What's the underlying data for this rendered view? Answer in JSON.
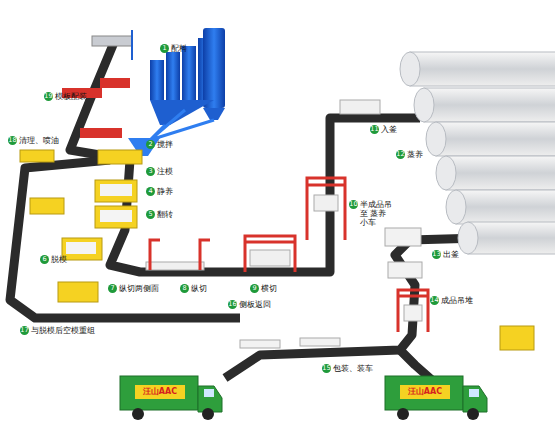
{
  "diagram": {
    "nodes": [
      {
        "text": [
          "1",
          "配料"
        ]
      },
      {
        "text": [
          "2",
          "搅拌"
        ]
      },
      {
        "text": [
          "3",
          "注模"
        ]
      },
      {
        "text": [
          "4",
          "静养"
        ]
      },
      {
        "text": [
          "5",
          "翻转"
        ]
      },
      {
        "text": [
          "6",
          "脱模"
        ]
      },
      {
        "text": [
          "7",
          "纵切两侧面"
        ]
      },
      {
        "text": [
          "8",
          "纵切"
        ]
      },
      {
        "text": [
          "9",
          "横切"
        ]
      },
      {
        "text": [
          "10",
          "半成品吊至 蒸养小车"
        ]
      },
      {
        "text": [
          "11",
          "入釜"
        ]
      },
      {
        "text": [
          "12",
          "蒸养"
        ]
      },
      {
        "text": [
          "13",
          "出釜"
        ]
      },
      {
        "text": [
          "14",
          "成品吊堆"
        ]
      },
      {
        "text": [
          "15",
          "包装、装车"
        ]
      },
      {
        "text": [
          "16",
          "侧板返回"
        ]
      },
      {
        "text": [
          "17",
          "与脱模后空模重组"
        ]
      },
      {
        "text": [
          "18",
          "清理、喷油"
        ]
      },
      {
        "text": [
          "19",
          "模板配装"
        ]
      }
    ],
    "labels": [
      "汪山AAC",
      "汪山AAC"
    ]
  }
}
